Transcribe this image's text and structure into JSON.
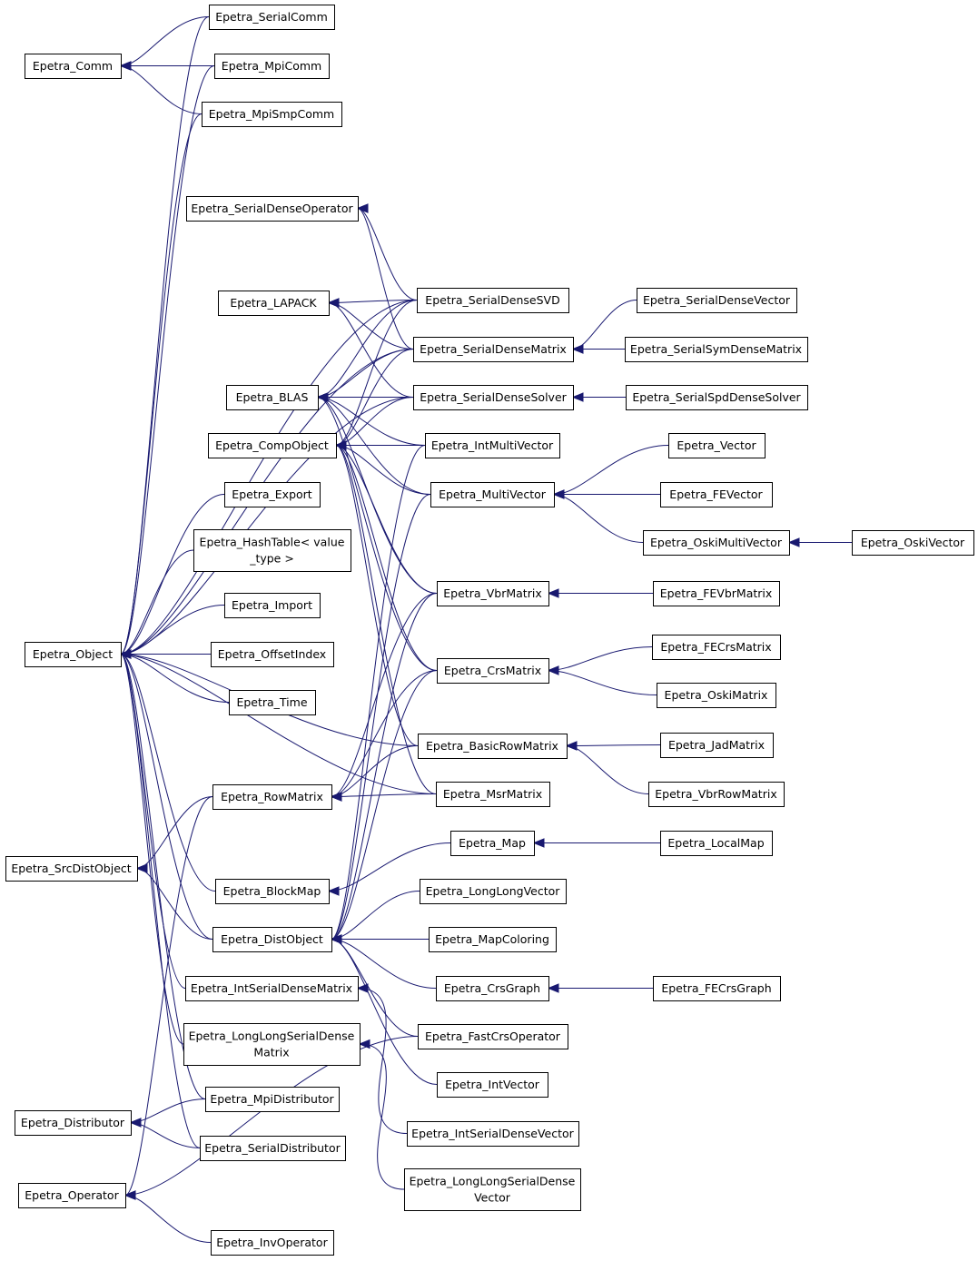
{
  "nodes": {
    "comm": [
      "Epetra_Comm"
    ],
    "serialcomm": [
      "Epetra_SerialComm"
    ],
    "mpicomm": [
      "Epetra_MpiComm"
    ],
    "mpismpcomm": [
      "Epetra_MpiSmpComm"
    ],
    "sdop": [
      "Epetra_SerialDenseOperator"
    ],
    "lapack": [
      "Epetra_LAPACK"
    ],
    "blas": [
      "Epetra_BLAS"
    ],
    "compobj": [
      "Epetra_CompObject"
    ],
    "export": [
      "Epetra_Export"
    ],
    "hashtable": [
      "Epetra_HashTable< value",
      "_type >"
    ],
    "import": [
      "Epetra_Import"
    ],
    "offsetindex": [
      "Epetra_OffsetIndex"
    ],
    "time": [
      "Epetra_Time"
    ],
    "object": [
      "Epetra_Object"
    ],
    "rowmatrix": [
      "Epetra_RowMatrix"
    ],
    "srcdist": [
      "Epetra_SrcDistObject"
    ],
    "blockmap": [
      "Epetra_BlockMap"
    ],
    "distobj": [
      "Epetra_DistObject"
    ],
    "intsdm": [
      "Epetra_IntSerialDenseMatrix"
    ],
    "llsdm": [
      "Epetra_LongLongSerialDense",
      "Matrix"
    ],
    "distributor": [
      "Epetra_Distributor"
    ],
    "mpidist": [
      "Epetra_MpiDistributor"
    ],
    "serialdist": [
      "Epetra_SerialDistributor"
    ],
    "operator": [
      "Epetra_Operator"
    ],
    "invop": [
      "Epetra_InvOperator"
    ],
    "sdsvd": [
      "Epetra_SerialDenseSVD"
    ],
    "sdmatrix": [
      "Epetra_SerialDenseMatrix"
    ],
    "sdsolver": [
      "Epetra_SerialDenseSolver"
    ],
    "intmv": [
      "Epetra_IntMultiVector"
    ],
    "mv": [
      "Epetra_MultiVector"
    ],
    "vbr": [
      "Epetra_VbrMatrix"
    ],
    "crs": [
      "Epetra_CrsMatrix"
    ],
    "basicrow": [
      "Epetra_BasicRowMatrix"
    ],
    "msr": [
      "Epetra_MsrMatrix"
    ],
    "map": [
      "Epetra_Map"
    ],
    "llvec": [
      "Epetra_LongLongVector"
    ],
    "mapcolor": [
      "Epetra_MapColoring"
    ],
    "crsgraph": [
      "Epetra_CrsGraph"
    ],
    "fastcrs": [
      "Epetra_FastCrsOperator"
    ],
    "intvec": [
      "Epetra_IntVector"
    ],
    "intsdv": [
      "Epetra_IntSerialDenseVector"
    ],
    "llsdv": [
      "Epetra_LongLongSerialDense",
      "Vector"
    ],
    "sdvec": [
      "Epetra_SerialDenseVector"
    ],
    "ssdm": [
      "Epetra_SerialSymDenseMatrix"
    ],
    "spdsolver": [
      "Epetra_SerialSpdDenseSolver"
    ],
    "vector": [
      "Epetra_Vector"
    ],
    "fevector": [
      "Epetra_FEVector"
    ],
    "oskimv": [
      "Epetra_OskiMultiVector"
    ],
    "oskivec": [
      "Epetra_OskiVector"
    ],
    "fevbr": [
      "Epetra_FEVbrMatrix"
    ],
    "fecrs": [
      "Epetra_FECrsMatrix"
    ],
    "oskimat": [
      "Epetra_OskiMatrix"
    ],
    "jad": [
      "Epetra_JadMatrix"
    ],
    "vbrrow": [
      "Epetra_VbrRowMatrix"
    ],
    "localmap": [
      "Epetra_LocalMap"
    ],
    "fecrsgraph": [
      "Epetra_FECrsGraph"
    ]
  },
  "edges": [
    [
      "serialcomm",
      "comm"
    ],
    [
      "mpicomm",
      "comm"
    ],
    [
      "mpismpcomm",
      "comm"
    ],
    [
      "serialcomm",
      "object"
    ],
    [
      "mpicomm",
      "object"
    ],
    [
      "mpismpcomm",
      "object"
    ],
    [
      "sdsvd",
      "object"
    ],
    [
      "sdmatrix",
      "object"
    ],
    [
      "sdsolver",
      "object"
    ],
    [
      "export",
      "object"
    ],
    [
      "hashtable",
      "object"
    ],
    [
      "import",
      "object"
    ],
    [
      "offsetindex",
      "object"
    ],
    [
      "time",
      "object"
    ],
    [
      "basicrow",
      "object"
    ],
    [
      "msr",
      "object"
    ],
    [
      "blockmap",
      "object"
    ],
    [
      "distobj",
      "object"
    ],
    [
      "intsdm",
      "object"
    ],
    [
      "llsdm",
      "object"
    ],
    [
      "mpidist",
      "object"
    ],
    [
      "serialdist",
      "object"
    ],
    [
      "sdsvd",
      "sdop"
    ],
    [
      "sdmatrix",
      "sdop"
    ],
    [
      "sdsvd",
      "lapack"
    ],
    [
      "sdmatrix",
      "lapack"
    ],
    [
      "sdsolver",
      "lapack"
    ],
    [
      "sdsvd",
      "blas"
    ],
    [
      "sdmatrix",
      "blas"
    ],
    [
      "sdsolver",
      "blas"
    ],
    [
      "intmv",
      "blas"
    ],
    [
      "mv",
      "blas"
    ],
    [
      "vbr",
      "blas"
    ],
    [
      "crs",
      "blas"
    ],
    [
      "sdsvd",
      "compobj"
    ],
    [
      "sdmatrix",
      "compobj"
    ],
    [
      "sdsolver",
      "compobj"
    ],
    [
      "intmv",
      "compobj"
    ],
    [
      "mv",
      "compobj"
    ],
    [
      "vbr",
      "compobj"
    ],
    [
      "crs",
      "compobj"
    ],
    [
      "basicrow",
      "compobj"
    ],
    [
      "msr",
      "compobj"
    ],
    [
      "vbr",
      "rowmatrix"
    ],
    [
      "crs",
      "rowmatrix"
    ],
    [
      "basicrow",
      "rowmatrix"
    ],
    [
      "msr",
      "rowmatrix"
    ],
    [
      "rowmatrix",
      "srcdist"
    ],
    [
      "distobj",
      "srcdist"
    ],
    [
      "map",
      "blockmap"
    ],
    [
      "intmv",
      "distobj"
    ],
    [
      "mv",
      "distobj"
    ],
    [
      "vbr",
      "distobj"
    ],
    [
      "crs",
      "distobj"
    ],
    [
      "llvec",
      "distobj"
    ],
    [
      "mapcolor",
      "distobj"
    ],
    [
      "crsgraph",
      "distobj"
    ],
    [
      "fastcrs",
      "distobj"
    ],
    [
      "intvec",
      "distobj"
    ],
    [
      "intsdv",
      "intsdm"
    ],
    [
      "llsdv",
      "llsdm"
    ],
    [
      "mpidist",
      "distributor"
    ],
    [
      "serialdist",
      "distributor"
    ],
    [
      "rowmatrix",
      "operator"
    ],
    [
      "fastcrs",
      "operator"
    ],
    [
      "invop",
      "operator"
    ],
    [
      "sdvec",
      "sdmatrix"
    ],
    [
      "ssdm",
      "sdmatrix"
    ],
    [
      "spdsolver",
      "sdsolver"
    ],
    [
      "vector",
      "mv"
    ],
    [
      "fevector",
      "mv"
    ],
    [
      "oskimv",
      "mv"
    ],
    [
      "oskivec",
      "oskimv"
    ],
    [
      "fevbr",
      "vbr"
    ],
    [
      "fecrs",
      "crs"
    ],
    [
      "oskimat",
      "crs"
    ],
    [
      "jad",
      "basicrow"
    ],
    [
      "vbrrow",
      "basicrow"
    ],
    [
      "localmap",
      "map"
    ],
    [
      "fecrsgraph",
      "crsgraph"
    ]
  ]
}
